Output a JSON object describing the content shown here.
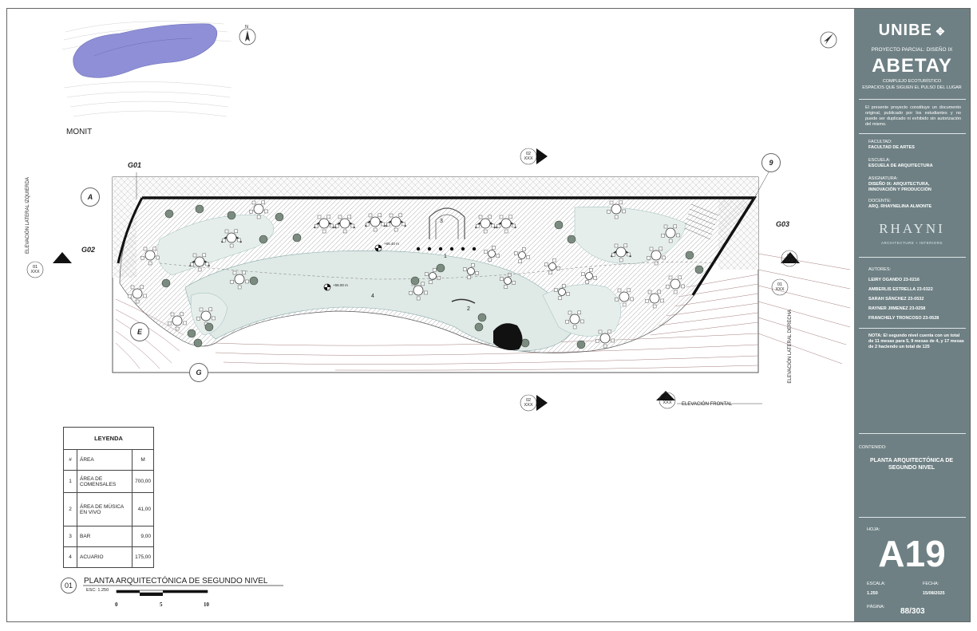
{
  "brand": "UNIBE",
  "project": {
    "course_line": "PROYECTO PARCIAL: DISEÑO IX",
    "name": "ABETAY",
    "subtitle1": "COMPLEJO ECOTURÍSTICO",
    "subtitle2": "ESPACIOS QUE SIGUEN EL PULSO DEL LUGAR",
    "notice": "El presente proyecto constituye un documento original, publicado por los estudiantes y no puede ser duplicado ni exhibido sin autorización del mismo."
  },
  "info": {
    "facultad_label": "FACULTAD:",
    "facultad": "FACULTAD DE ARTES",
    "escuela_label": "ESCUELA:",
    "escuela": "ESCUELA DE ARQUITECTURA",
    "asignatura_label": "ASIGNATURA:",
    "asignatura": "DISEÑO IX: ARQUITECTURA, INNOVACIÓN Y PRODUCCIÓN",
    "docente_label": "DOCENTE:",
    "docente": "ARQ. RHAYNELINA ALMONTE"
  },
  "studio": {
    "name": "RHAYNI",
    "tagline": "ARCHITECTURE + INTERIORS"
  },
  "authors": {
    "label": "AUTORES:",
    "list": [
      "LEIRY OGANDO 23-0216",
      "AMBERLIS ESTRELLA 23-0322",
      "SARAH SÁNCHEZ 23-0532",
      "RAYNER JIIMENEZ 23-0258",
      "FRANCHELY TRONCOSO 23-0528"
    ]
  },
  "note": "NOTA: El segundo nivel cuenta con un total de 11 mesas para 5, 9 mesas de 4, y 17 mesas de 2 haciendo un total de 125",
  "contenido": {
    "label": "CONTENIDO:",
    "title": "PLANTA ARQUITECTÓNICA DE SEGUNDO NIVEL"
  },
  "sheet": {
    "hoja_label": "HOJA:",
    "hoja": "A19",
    "escala_label": "ESCALA:",
    "escala": "1.250",
    "fecha_label": "FECHA:",
    "fecha": "15/08/2025",
    "pagina_label": "PÁGINA:",
    "pagina": "88/303"
  },
  "drawing": {
    "key_plan_label": "MONIT",
    "north": "N",
    "grid": {
      "g01": "G01",
      "g02": "G02",
      "g03": "G03",
      "a": "A",
      "nine": "9",
      "e": "E",
      "g": "G"
    },
    "levels": {
      "upper": "+65.40 m",
      "lower": "+58.00 m"
    },
    "zone_numbers": [
      "1",
      "2",
      "3",
      "4"
    ],
    "section_marks": {
      "top": [
        "02",
        "XXX"
      ],
      "bottom": [
        "02",
        "XXX"
      ],
      "left": [
        "01",
        "XXX"
      ],
      "right": [
        "01",
        "XXX"
      ],
      "right2": [
        "01",
        "XXX"
      ],
      "frontal": [
        "01",
        "XXX"
      ]
    },
    "elev_left": "ELEVACIÓN LATERAL IZQUIERDA",
    "elev_right": "ELEVACIÓN LATERAL DERECHA",
    "elev_front": "ELEVACIÓN FRONTAL",
    "title_number": "01",
    "title": "PLANTA ARQUITECTÓNICA DE SEGUNDO NIVEL",
    "scale_note": "ESC: 1.250",
    "scale_ticks": [
      "0",
      "5",
      "10"
    ]
  },
  "legend": {
    "title": "LEYENDA",
    "headers": [
      "#",
      "ÁREA",
      "M"
    ],
    "rows": [
      {
        "n": "1",
        "area": "ÁREA DE COMENSALES",
        "m": "700,00"
      },
      {
        "n": "2",
        "area": "ÁREA DE MÚSICA EN VIVO",
        "m": "41,00"
      },
      {
        "n": "3",
        "area": "BAR",
        "m": "9,00"
      },
      {
        "n": "4",
        "area": "ACUARIO",
        "m": "175,00"
      }
    ]
  },
  "colors": {
    "panel": "#6e8084",
    "water": "#dfe9e6",
    "keyplan": "#8e8fd6"
  }
}
